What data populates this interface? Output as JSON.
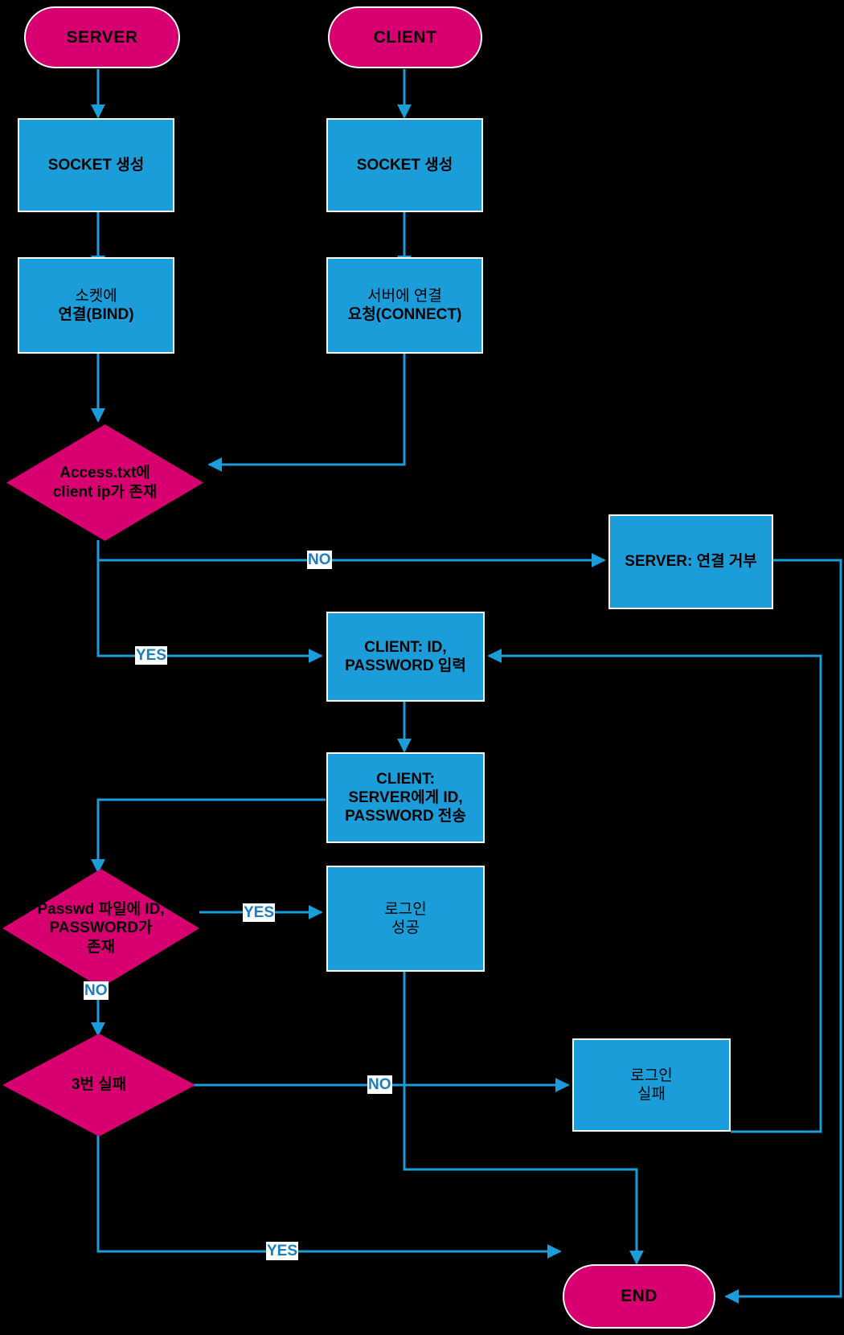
{
  "diagram": {
    "title": "Server-Client socket login flowchart",
    "colors": {
      "process_fill": "#1B9DD9",
      "terminator_fill": "#D80070",
      "edge_stroke": "#1B9DD9",
      "label_text": "#1B7FBF",
      "background": "#000000",
      "node_border": "#FFFFFF"
    },
    "nodes": {
      "server_start": "SERVER",
      "client_start": "CLIENT",
      "server_socket": "SOCKET 생성",
      "client_socket": "SOCKET 생성",
      "server_bind_line1": "소켓에",
      "server_bind_line2": "연결(BIND)",
      "client_connect_line1": "서버에 연결",
      "client_connect_line2": "요청(CONNECT)",
      "access_check_line1": "Access.txt에",
      "access_check_line2": "client ip가 존재",
      "server_refuse": "SERVER: 연결 거부",
      "client_input_line1": "CLIENT: ID,",
      "client_input_line2": "PASSWORD 입력",
      "client_send_line1": "CLIENT:",
      "client_send_line2": "SERVER에게 ID,",
      "client_send_line3": "PASSWORD 전송",
      "passwd_check_line1": "Passwd 파일에 ID,",
      "passwd_check_line2": "PASSWORD가",
      "passwd_check_line3": "존재",
      "login_success_line1": "로그인",
      "login_success_line2": "성공",
      "fail_three_times": "3번 실패",
      "login_fail_line1": "로그인",
      "login_fail_line2": "실패",
      "end": "END"
    },
    "edge_labels": {
      "access_no": "NO",
      "access_yes": "YES",
      "passwd_yes": "YES",
      "passwd_no": "NO",
      "three_no": "NO",
      "three_yes": "YES"
    }
  }
}
